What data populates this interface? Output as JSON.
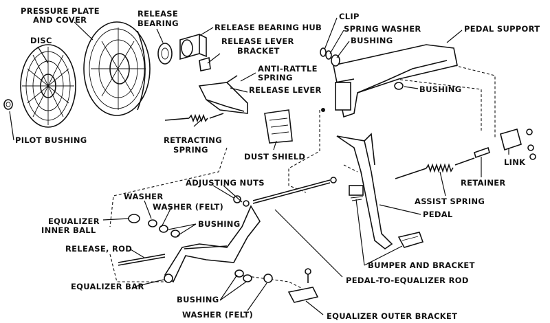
{
  "labels": {
    "pressure_plate": [
      "PRESSURE PLATE",
      "AND COVER"
    ],
    "disc": "DISC",
    "release_bearing": [
      "RELEASE",
      "BEARING"
    ],
    "release_bearing_hub": "RELEASE BEARING HUB",
    "release_lever_bracket": [
      "RELEASE LEVER",
      "BRACKET"
    ],
    "clip": "CLIP",
    "spring_washer": "SPRING WASHER",
    "bushing_top": "BUSHING",
    "pedal_support": "PEDAL SUPPORT",
    "anti_rattle_spring": [
      "ANTI-RATTLE",
      "SPRING"
    ],
    "release_lever": "RELEASE LEVER",
    "bushing_right": "BUSHING",
    "pilot_bushing": "PILOT BUSHING",
    "retracting_spring": [
      "RETRACTING",
      "SPRING"
    ],
    "dust_shield": "DUST SHIELD",
    "link": "LINK",
    "retainer": "RETAINER",
    "adjusting_nuts": "ADJUSTING NUTS",
    "washer": "WASHER",
    "washer_felt": "WASHER (FELT)",
    "assist_spring": "ASSIST SPRING",
    "equalizer_inner_ball": [
      "EQUALIZER",
      "INNER BALL"
    ],
    "bushing_mid": "BUSHING",
    "pedal": "PEDAL",
    "release_rod": "RELEASE, ROD",
    "bumper_and_bracket": "BUMPER AND BRACKET",
    "equalizer_bar": "EQUALIZER BAR",
    "pedal_to_equalizer_rod": "PEDAL-TO-EQUALIZER ROD",
    "bushing_bottom": "BUSHING",
    "washer_felt_bottom": "WASHER (FELT)",
    "equalizer_outer_bracket": "EQUALIZER OUTER BRACKET"
  }
}
